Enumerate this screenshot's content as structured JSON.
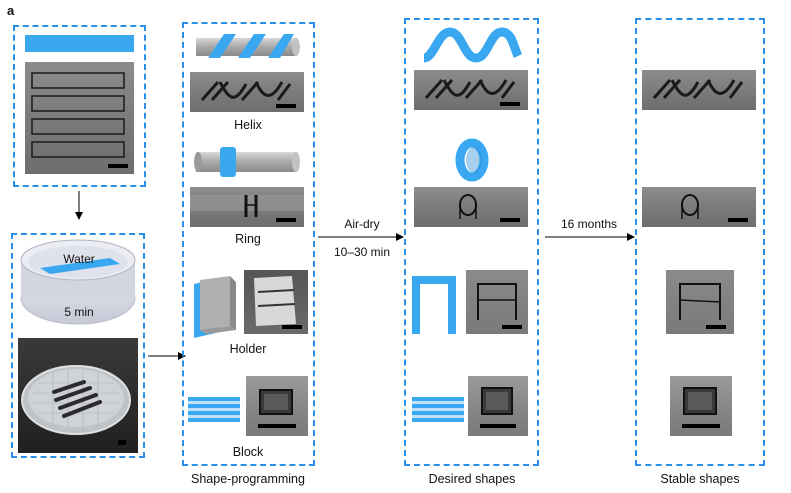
{
  "panel": {
    "letter": "a"
  },
  "labels": {
    "helix": "Helix",
    "ring": "Ring",
    "holder": "Holder",
    "block": "Block",
    "water": "Water",
    "time_soak": "5 min"
  },
  "arrows": {
    "air_dry": "Air-dry",
    "air_dry_time": "10–30 min",
    "storage_time": "16 months"
  },
  "columns": {
    "shape_programming": "Shape-programming",
    "desired_shapes": "Desired shapes",
    "stable_shapes": "Stable shapes"
  },
  "colors": {
    "dash_border": "#2a8fe6",
    "blue_film": "#3aa8f0",
    "sem_gray": "#7e7e7e"
  }
}
